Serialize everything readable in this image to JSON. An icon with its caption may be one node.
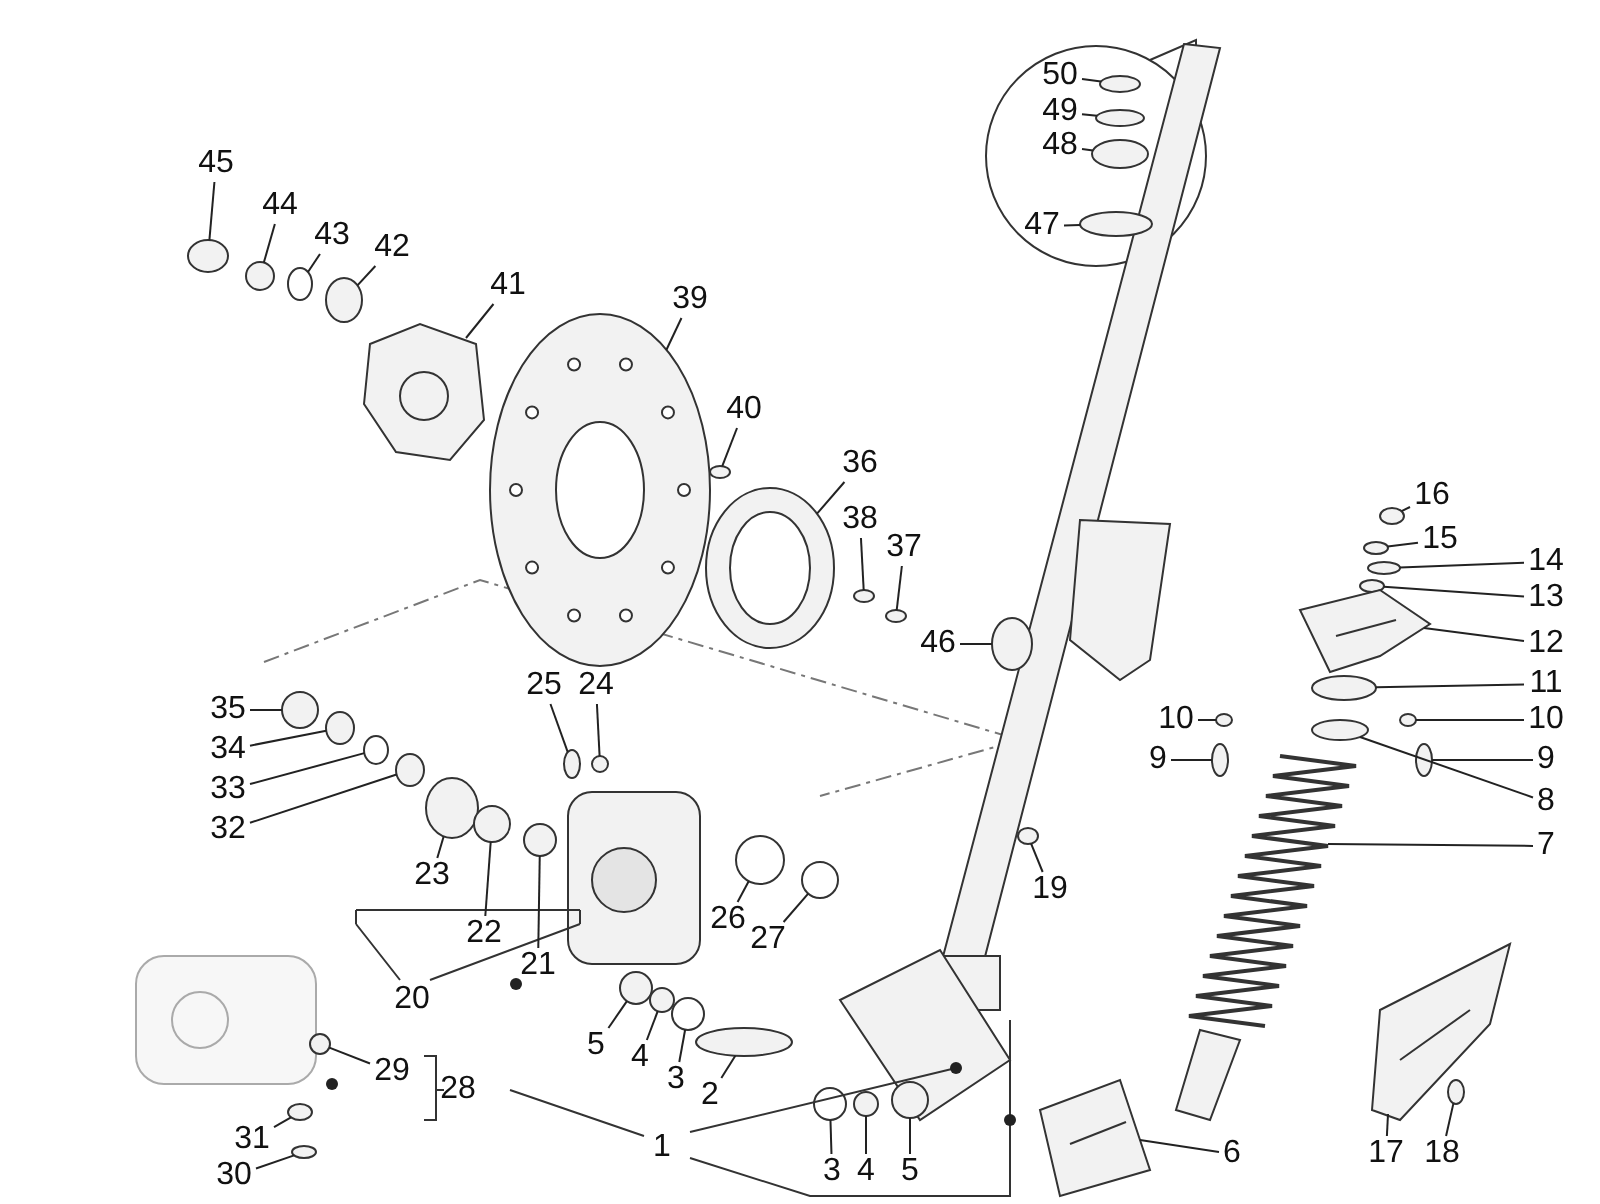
{
  "diagram": {
    "nodes": [
      {
        "text": [
          "45"
        ]
      },
      {
        "text": [
          "44"
        ]
      },
      {
        "text": [
          "43"
        ]
      },
      {
        "text": [
          "42"
        ]
      },
      {
        "text": [
          "41"
        ]
      },
      {
        "text": [
          "39"
        ]
      },
      {
        "text": [
          "40"
        ]
      },
      {
        "text": [
          "36"
        ]
      },
      {
        "text": [
          "38"
        ]
      },
      {
        "text": [
          "37"
        ]
      },
      {
        "text": [
          "46"
        ]
      },
      {
        "text": [
          "50"
        ]
      },
      {
        "text": [
          "49"
        ]
      },
      {
        "text": [
          "48"
        ]
      },
      {
        "text": [
          "47"
        ]
      },
      {
        "text": [
          "16"
        ]
      },
      {
        "text": [
          "15"
        ]
      },
      {
        "text": [
          "14"
        ]
      },
      {
        "text": [
          "13"
        ]
      },
      {
        "text": [
          "12"
        ]
      },
      {
        "text": [
          "11"
        ]
      },
      {
        "text": [
          "10"
        ]
      },
      {
        "text": [
          "10"
        ]
      },
      {
        "text": [
          "9"
        ]
      },
      {
        "text": [
          "9"
        ]
      },
      {
        "text": [
          "8"
        ]
      },
      {
        "text": [
          "7"
        ]
      },
      {
        "text": [
          "35"
        ]
      },
      {
        "text": [
          "34"
        ]
      },
      {
        "text": [
          "33"
        ]
      },
      {
        "text": [
          "32"
        ]
      },
      {
        "text": [
          "25"
        ]
      },
      {
        "text": [
          "24"
        ]
      },
      {
        "text": [
          "23"
        ]
      },
      {
        "text": [
          "22"
        ]
      },
      {
        "text": [
          "21"
        ]
      },
      {
        "text": [
          "20"
        ]
      },
      {
        "text": [
          "26"
        ]
      },
      {
        "text": [
          "27"
        ]
      },
      {
        "text": [
          "19"
        ]
      },
      {
        "text": [
          "5"
        ]
      },
      {
        "text": [
          "4"
        ]
      },
      {
        "text": [
          "3"
        ]
      },
      {
        "text": [
          "2"
        ]
      },
      {
        "text": [
          "1"
        ]
      },
      {
        "text": [
          "3"
        ]
      },
      {
        "text": [
          "4"
        ]
      },
      {
        "text": [
          "5"
        ]
      },
      {
        "text": [
          "6"
        ]
      },
      {
        "text": [
          "17"
        ]
      },
      {
        "text": [
          "18"
        ]
      },
      {
        "text": [
          "29"
        ]
      },
      {
        "text": [
          "28"
        ]
      },
      {
        "text": [
          "31"
        ]
      },
      {
        "text": [
          "30"
        ]
      },
      {
        "text": [],
        "shape": "circle"
      },
      {
        "text": [],
        "shape": "circle"
      },
      {
        "text": [],
        "shape": "circle"
      },
      {
        "text": [],
        "shape": "circle"
      },
      {
        "text": [],
        "shape": "picture"
      },
      {
        "text": [],
        "shape": "picture"
      },
      {
        "text": [],
        "shape": "circle"
      },
      {
        "text": [],
        "shape": "picture"
      },
      {
        "text": [],
        "shape": "circle"
      },
      {
        "text": [],
        "shape": "circle"
      },
      {
        "text": [],
        "shape": "circle"
      },
      {
        "text": [],
        "shape": "circle"
      },
      {
        "text": [],
        "shape": "circle"
      },
      {
        "text": [],
        "shape": "circle"
      },
      {
        "text": [],
        "shape": "circle"
      },
      {
        "text": [],
        "shape": "circle"
      },
      {
        "text": [],
        "shape": "circle"
      },
      {
        "text": [],
        "shape": "circle"
      },
      {
        "text": [],
        "shape": "circle"
      },
      {
        "text": [],
        "shape": "picture"
      },
      {
        "text": [],
        "shape": "circle"
      },
      {
        "text": [],
        "shape": "circle"
      },
      {
        "text": [],
        "shape": "circle"
      },
      {
        "text": [],
        "shape": "circle"
      },
      {
        "text": [],
        "shape": "circle"
      },
      {
        "text": [],
        "shape": "circle"
      },
      {
        "text": [],
        "shape": "picture"
      },
      {
        "text": [],
        "shape": "circle"
      },
      {
        "text": [],
        "shape": "circle"
      },
      {
        "text": [],
        "shape": "circle"
      },
      {
        "text": [],
        "shape": "circle"
      },
      {
        "text": [],
        "shape": "circle"
      },
      {
        "text": [],
        "shape": "circle"
      },
      {
        "text": [],
        "shape": "circle"
      },
      {
        "text": [],
        "shape": "circle"
      },
      {
        "text": [],
        "shape": "circle"
      },
      {
        "text": [],
        "shape": "circle"
      },
      {
        "text": [],
        "shape": "circle"
      },
      {
        "text": [],
        "shape": "circle"
      },
      {
        "text": [],
        "shape": "circle"
      },
      {
        "text": [],
        "shape": "circle"
      },
      {
        "text": [],
        "shape": "circle"
      },
      {
        "text": [],
        "shape": "circle"
      },
      {
        "text": [],
        "shape": "circle"
      },
      {
        "text": [],
        "shape": "circle"
      },
      {
        "text": [],
        "shape": "circle"
      },
      {
        "text": [],
        "shape": "picture"
      },
      {
        "text": [],
        "shape": "picture"
      },
      {
        "text": [],
        "shape": "circle"
      },
      {
        "text": [],
        "shape": "circle"
      },
      {
        "text": [],
        "shape": "circle"
      },
      {
        "text": [],
        "shape": "circle"
      }
    ],
    "edges": [
      {
        "from": 0,
        "to": 55,
        "arrow": "none"
      },
      {
        "from": 1,
        "to": 56,
        "arrow": "none"
      },
      {
        "from": 2,
        "to": 57,
        "arrow": "none"
      },
      {
        "from": 3,
        "to": 58,
        "arrow": "none"
      },
      {
        "from": 4,
        "to": 59,
        "arrow": "none"
      },
      {
        "from": 5,
        "to": 60,
        "arrow": "none"
      },
      {
        "from": 6,
        "to": 61,
        "arrow": "none"
      },
      {
        "from": 7,
        "to": 62,
        "arrow": "none"
      },
      {
        "from": 8,
        "to": 63,
        "arrow": "none"
      },
      {
        "from": 9,
        "to": 64,
        "arrow": "none"
      },
      {
        "from": 10,
        "to": 65,
        "arrow": "none"
      },
      {
        "from": 11,
        "to": 66,
        "arrow": "none"
      },
      {
        "from": 12,
        "to": 67,
        "arrow": "none"
      },
      {
        "from": 13,
        "to": 68,
        "arrow": "none"
      },
      {
        "from": 14,
        "to": 69,
        "arrow": "none"
      },
      {
        "from": 15,
        "to": 70,
        "arrow": "none"
      },
      {
        "from": 16,
        "to": 71,
        "arrow": "none"
      },
      {
        "from": 17,
        "to": 72,
        "arrow": "none"
      },
      {
        "from": 18,
        "to": 73,
        "arrow": "none"
      },
      {
        "from": 19,
        "to": 74,
        "arrow": "none"
      },
      {
        "from": 20,
        "to": 75,
        "arrow": "none"
      },
      {
        "from": 21,
        "to": 76,
        "arrow": "none"
      },
      {
        "from": 22,
        "to": 77,
        "arrow": "none"
      },
      {
        "from": 23,
        "to": 78,
        "arrow": "none"
      },
      {
        "from": 24,
        "to": 79,
        "arrow": "none"
      },
      {
        "from": 25,
        "to": 80,
        "arrow": "none"
      },
      {
        "from": 26,
        "to": 81,
        "arrow": "none"
      },
      {
        "from": 27,
        "to": 82,
        "arrow": "none"
      },
      {
        "from": 28,
        "to": 83,
        "arrow": "none"
      },
      {
        "from": 29,
        "to": 84,
        "arrow": "none"
      },
      {
        "from": 30,
        "to": 85,
        "arrow": "none"
      },
      {
        "from": 31,
        "to": 86,
        "arrow": "none"
      },
      {
        "from": 32,
        "to": 87,
        "arrow": "none"
      },
      {
        "from": 33,
        "to": 88,
        "arrow": "none"
      },
      {
        "from": 34,
        "to": 89,
        "arrow": "none"
      },
      {
        "from": 35,
        "to": 90,
        "arrow": "none"
      },
      {
        "from": 37,
        "to": 91,
        "arrow": "none"
      },
      {
        "from": 38,
        "to": 92,
        "arrow": "none"
      },
      {
        "from": 39,
        "to": 93,
        "arrow": "none"
      },
      {
        "from": 40,
        "to": 94,
        "arrow": "none"
      },
      {
        "from": 41,
        "to": 95,
        "arrow": "none"
      },
      {
        "from": 42,
        "to": 96,
        "arrow": "none"
      },
      {
        "from": 43,
        "to": 97,
        "arrow": "none"
      },
      {
        "from": 45,
        "to": 98,
        "arrow": "none"
      },
      {
        "from": 46,
        "to": 99,
        "arrow": "none"
      },
      {
        "from": 47,
        "to": 100,
        "arrow": "none"
      },
      {
        "from": 48,
        "to": 101,
        "arrow": "none"
      },
      {
        "from": 49,
        "to": 102,
        "arrow": "none"
      },
      {
        "from": 50,
        "to": 103,
        "arrow": "none"
      },
      {
        "from": 51,
        "to": 104,
        "arrow": "none"
      },
      {
        "from": 53,
        "to": 105,
        "arrow": "none"
      },
      {
        "from": 54,
        "to": 106,
        "arrow": "none"
      }
    ]
  }
}
